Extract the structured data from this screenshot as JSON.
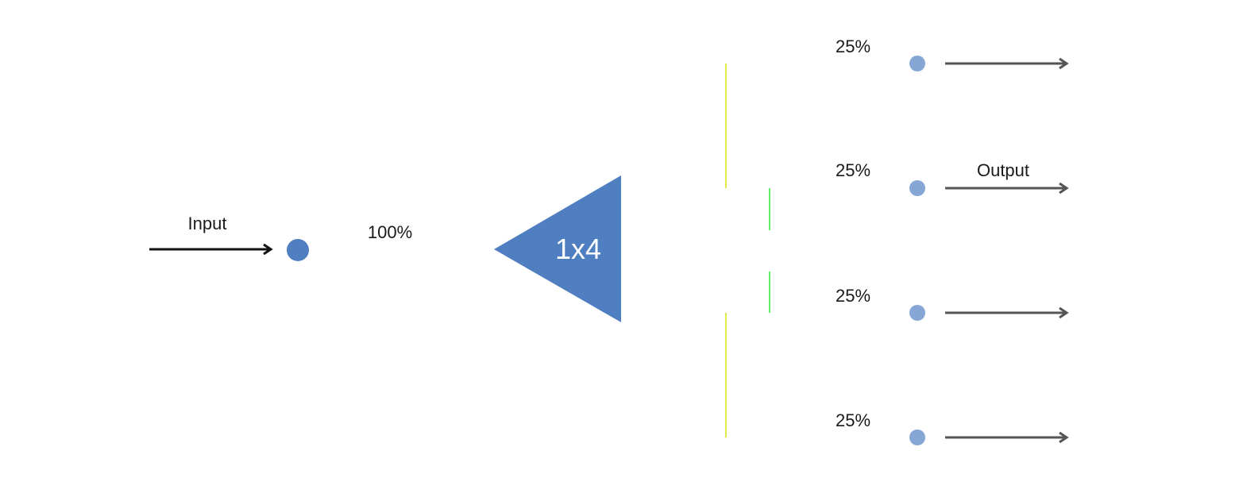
{
  "diagram": {
    "input_label": "Input",
    "output_label": "Output",
    "splitter_label": "1x4",
    "input_percent": "100%",
    "branches": [
      {
        "percent": "25%"
      },
      {
        "percent": "25%"
      },
      {
        "percent": "25%"
      },
      {
        "percent": "25%"
      }
    ],
    "colors": {
      "splitter": "#4f7fc0",
      "input_node": "#4f7fc0",
      "output_node": "#86a7d6",
      "input_arrow": "#111111",
      "output_arrow": "#555555"
    }
  }
}
